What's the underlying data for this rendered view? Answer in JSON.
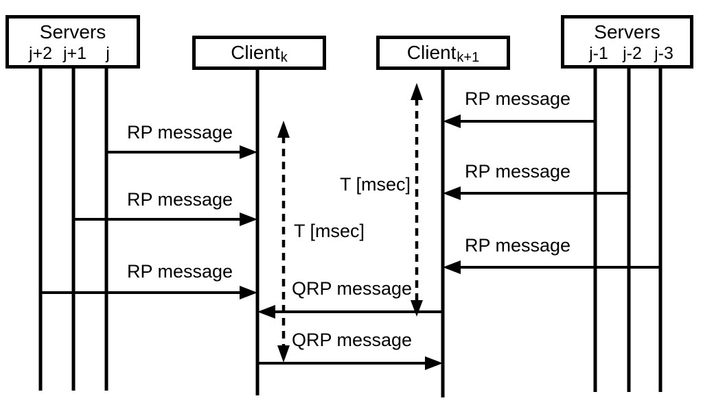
{
  "actors": {
    "servers_left": {
      "title": "Servers",
      "lifelines": [
        "j+2",
        "j+1",
        "j"
      ]
    },
    "client_k": {
      "label": "Client",
      "subscript": "k"
    },
    "client_k1": {
      "label": "Client",
      "subscript": "k+1"
    },
    "servers_right": {
      "title": "Servers",
      "lifelines": [
        "j-1",
        "j-2",
        "j-3"
      ]
    }
  },
  "messages": [
    {
      "label": "RP message",
      "from": "j",
      "to": "Client_k"
    },
    {
      "label": "RP message",
      "from": "j+1",
      "to": "Client_k"
    },
    {
      "label": "RP message",
      "from": "j+2",
      "to": "Client_k"
    },
    {
      "label": "RP message",
      "from": "j-1",
      "to": "Client_k+1"
    },
    {
      "label": "RP message",
      "from": "j-2",
      "to": "Client_k+1"
    },
    {
      "label": "RP message",
      "from": "j-3",
      "to": "Client_k+1"
    },
    {
      "label": "QRP message",
      "from": "Client_k+1",
      "to": "Client_k"
    },
    {
      "label": "QRP message",
      "from": "Client_k",
      "to": "Client_k+1"
    }
  ],
  "timers": [
    {
      "label": "T [msec]",
      "at": "Client_k"
    },
    {
      "label": "T [msec]",
      "at": "Client_k+1"
    }
  ],
  "colors": {
    "stroke": "#000000",
    "background": "#ffffff"
  }
}
